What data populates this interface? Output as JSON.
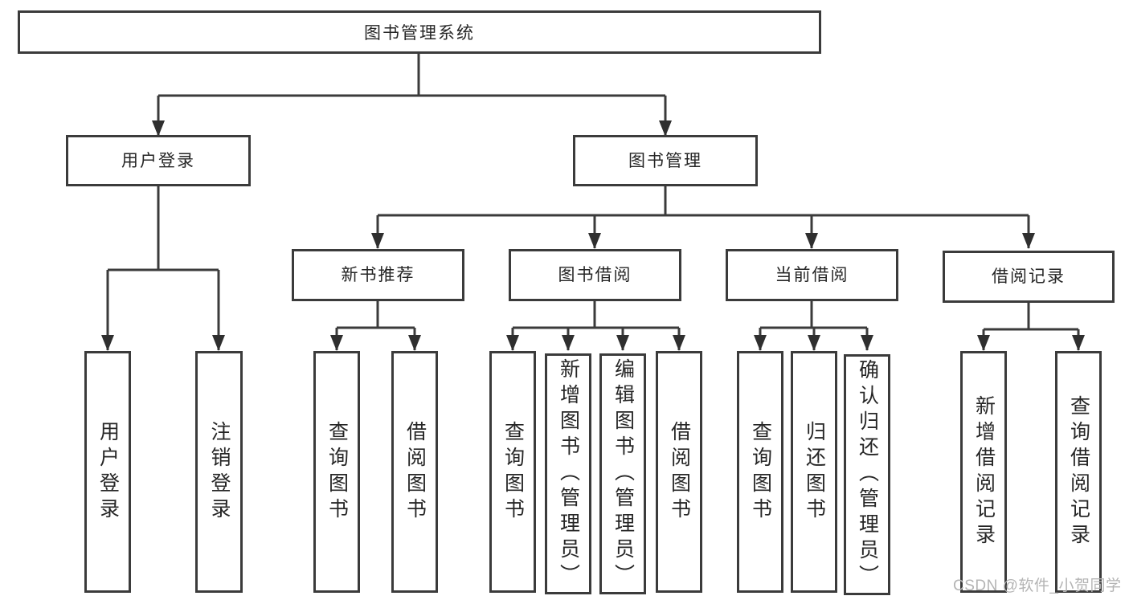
{
  "diagram": {
    "root": {
      "label": "图书管理系统"
    },
    "level2": [
      {
        "label": "用户登录"
      },
      {
        "label": "图书管理"
      }
    ],
    "level3": [
      {
        "label": "新书推荐"
      },
      {
        "label": "图书借阅"
      },
      {
        "label": "当前借阅"
      },
      {
        "label": "借阅记录"
      }
    ],
    "leaves": {
      "user_login": [
        "用户登录",
        "注销登录"
      ],
      "new_book": [
        "查询图书",
        "借阅图书"
      ],
      "book_borrow": [
        "查询图书",
        "新增图书（管理员）",
        "编辑图书（管理员）",
        "借阅图书"
      ],
      "current_borrow": [
        "查询图书",
        "归还图书",
        "确认归还（管理员）"
      ],
      "borrow_record": [
        "新增借阅记录",
        "查询借阅记录"
      ]
    }
  },
  "watermark": "CSDN @软件_小贺同学",
  "colors": {
    "line": "#3b3b3b",
    "box_border": "#3b3b3b",
    "text": "#262626",
    "watermark": "#b4b4b4",
    "background": "#ffffff"
  }
}
